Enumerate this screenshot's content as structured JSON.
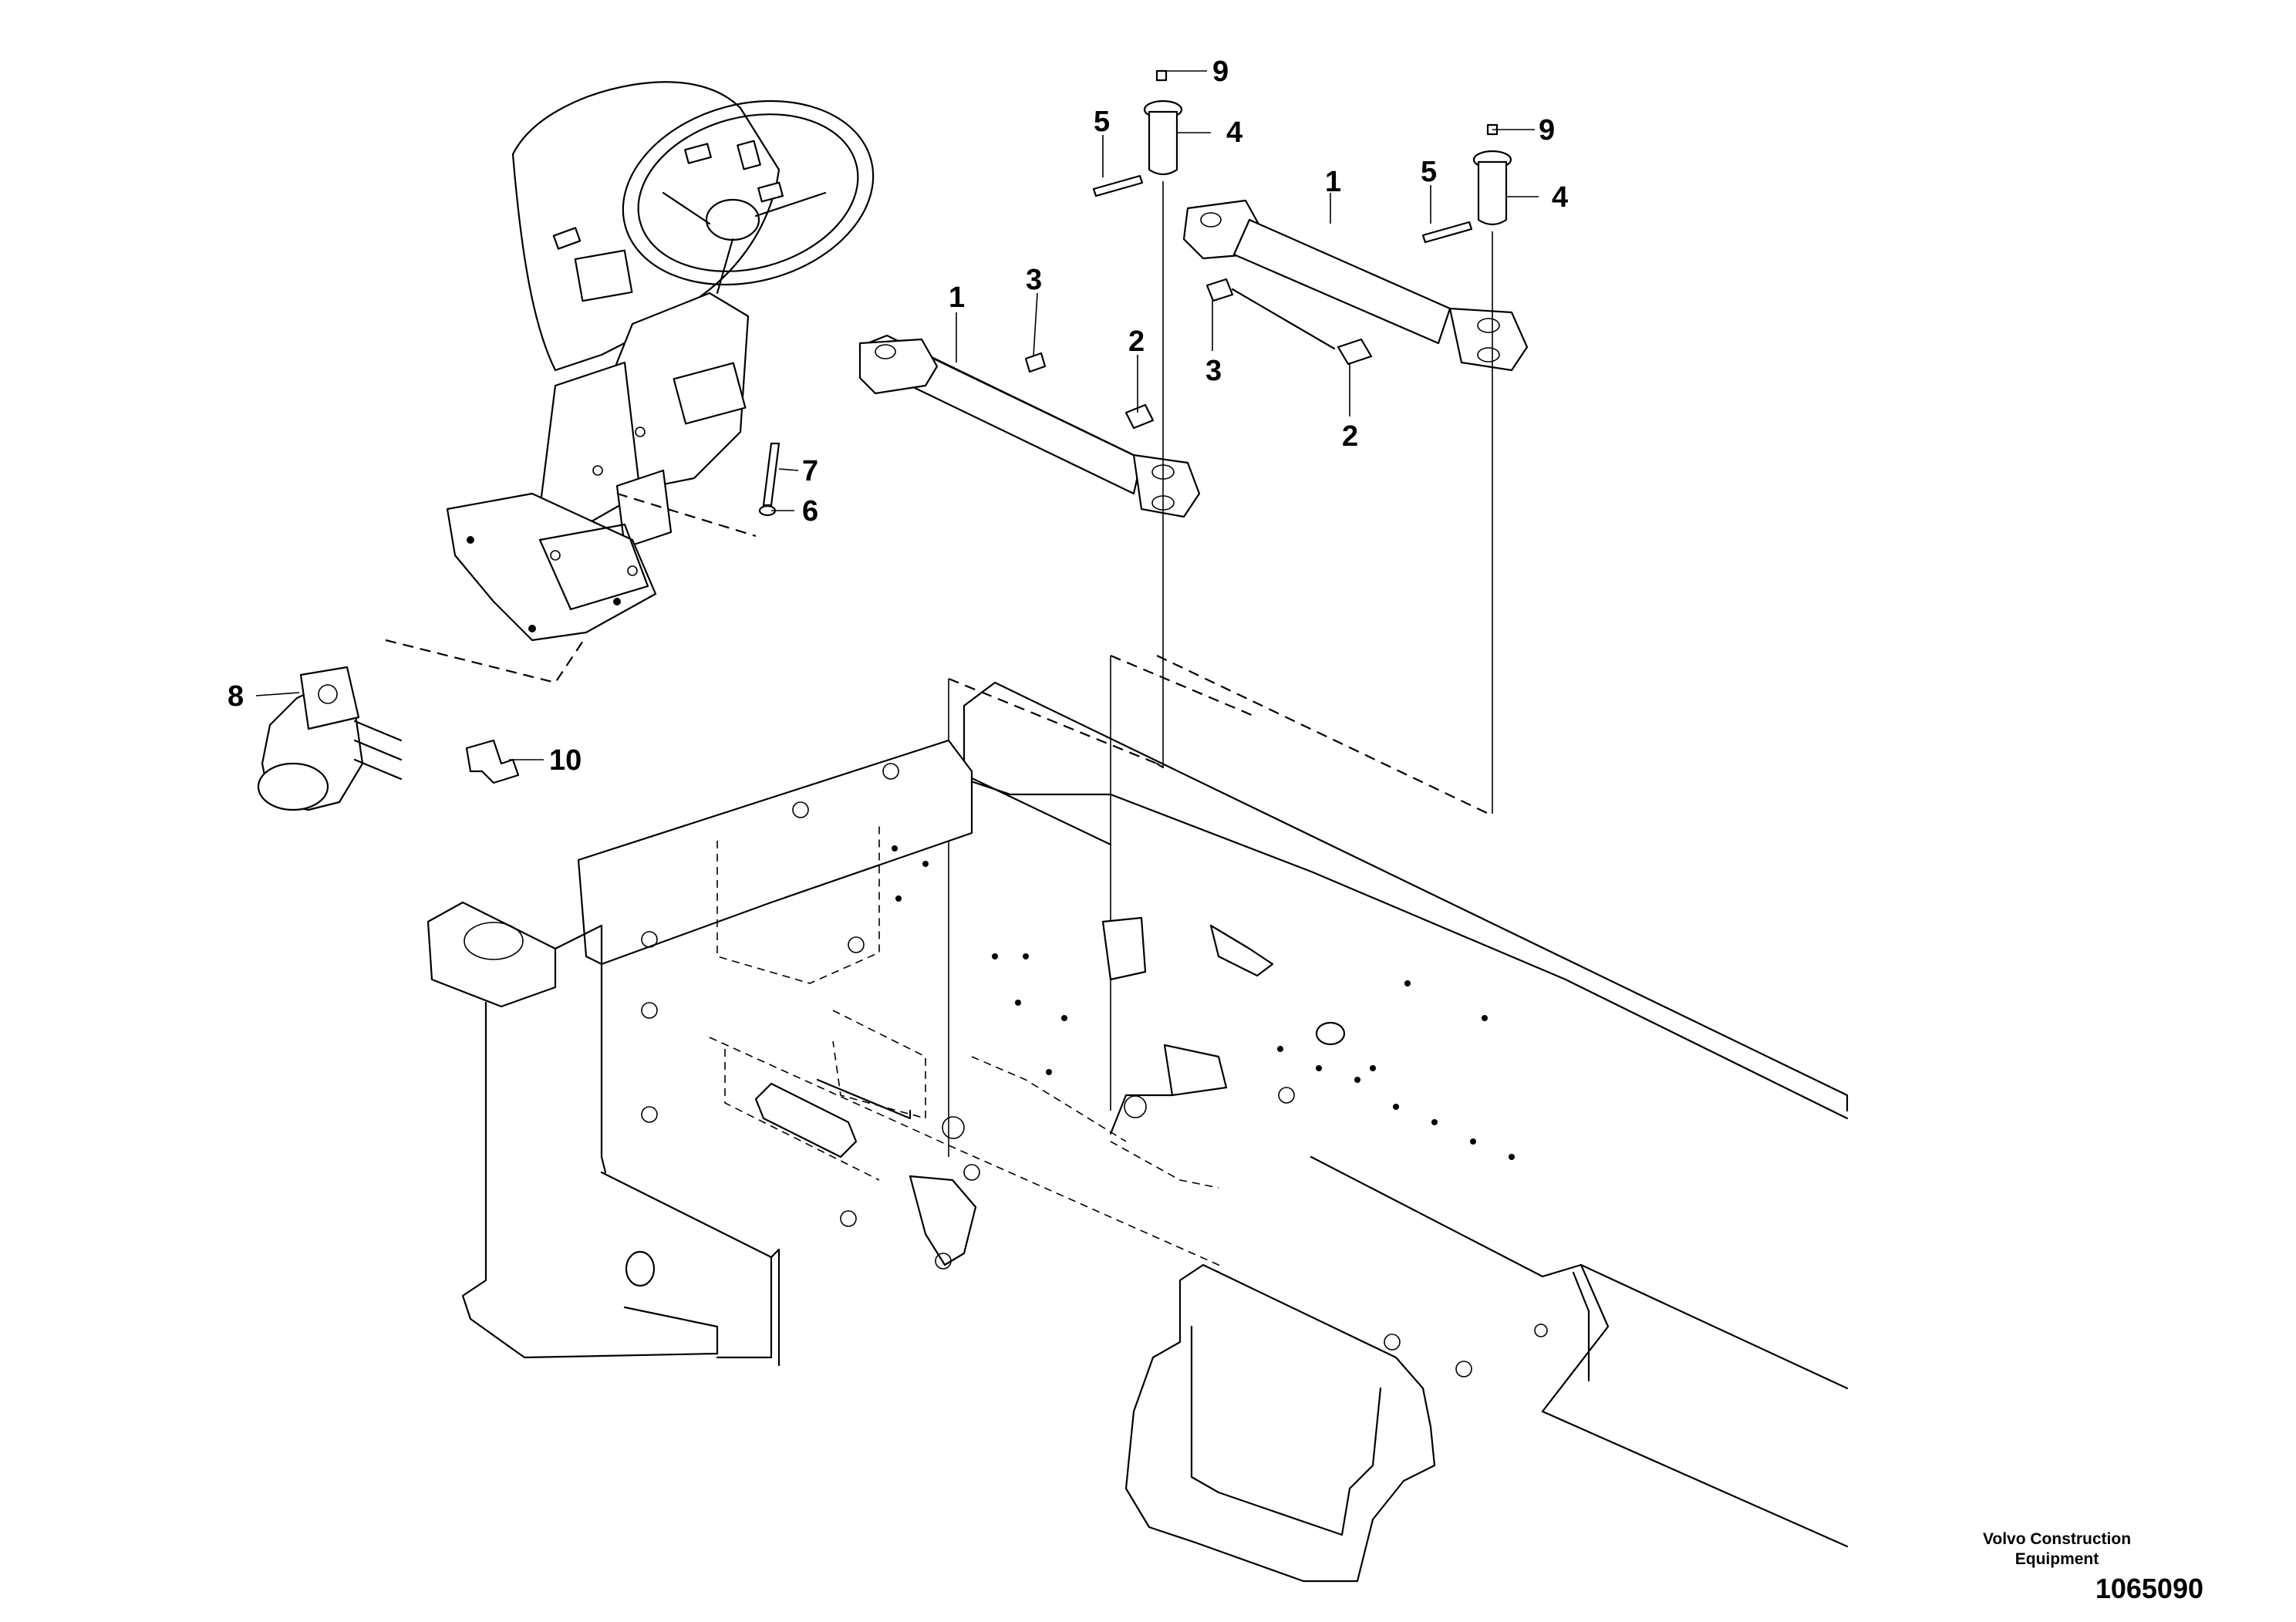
{
  "callouts": {
    "c1a": "1",
    "c1b": "1",
    "c2a": "2",
    "c2b": "2",
    "c3a": "3",
    "c3b": "3",
    "c4a": "4",
    "c4b": "4",
    "c5a": "5",
    "c5b": "5",
    "c6": "6",
    "c7": "7",
    "c8": "8",
    "c9a": "9",
    "c9b": "9",
    "c10": "10"
  },
  "footer": {
    "brand_line1": "Volvo Construction",
    "brand_line2": "Equipment",
    "doc_number": "1065090"
  }
}
